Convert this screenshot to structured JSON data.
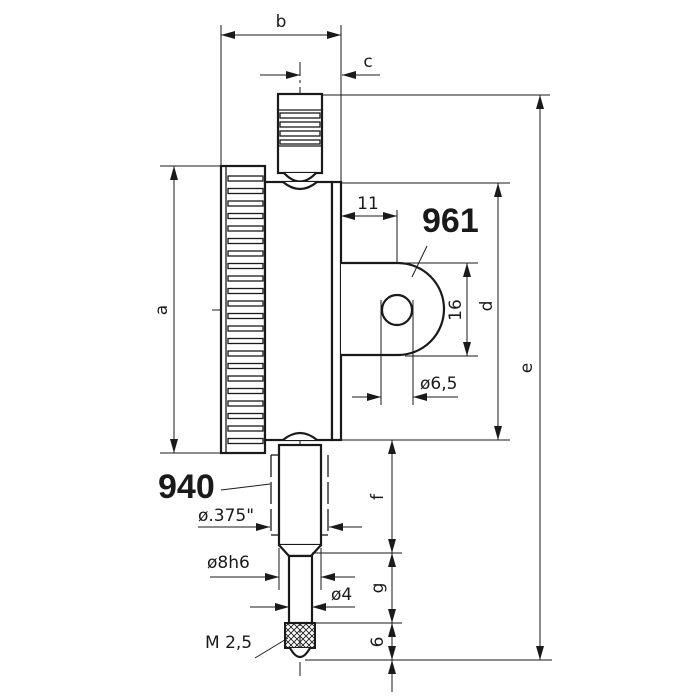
{
  "labels": {
    "b": "b",
    "c": "c",
    "a": "a",
    "d": "d",
    "e": "e",
    "f": "f",
    "g": "g",
    "six": "6",
    "eleven": "11",
    "sixteen": "16",
    "bore": "ø6,5",
    "lug_model": "961",
    "stem_model": "940",
    "stem_dia_inch": "ø.375\"",
    "stem_dia": "ø8h6",
    "spindle_dia": "ø4",
    "thread": "M 2,5"
  }
}
